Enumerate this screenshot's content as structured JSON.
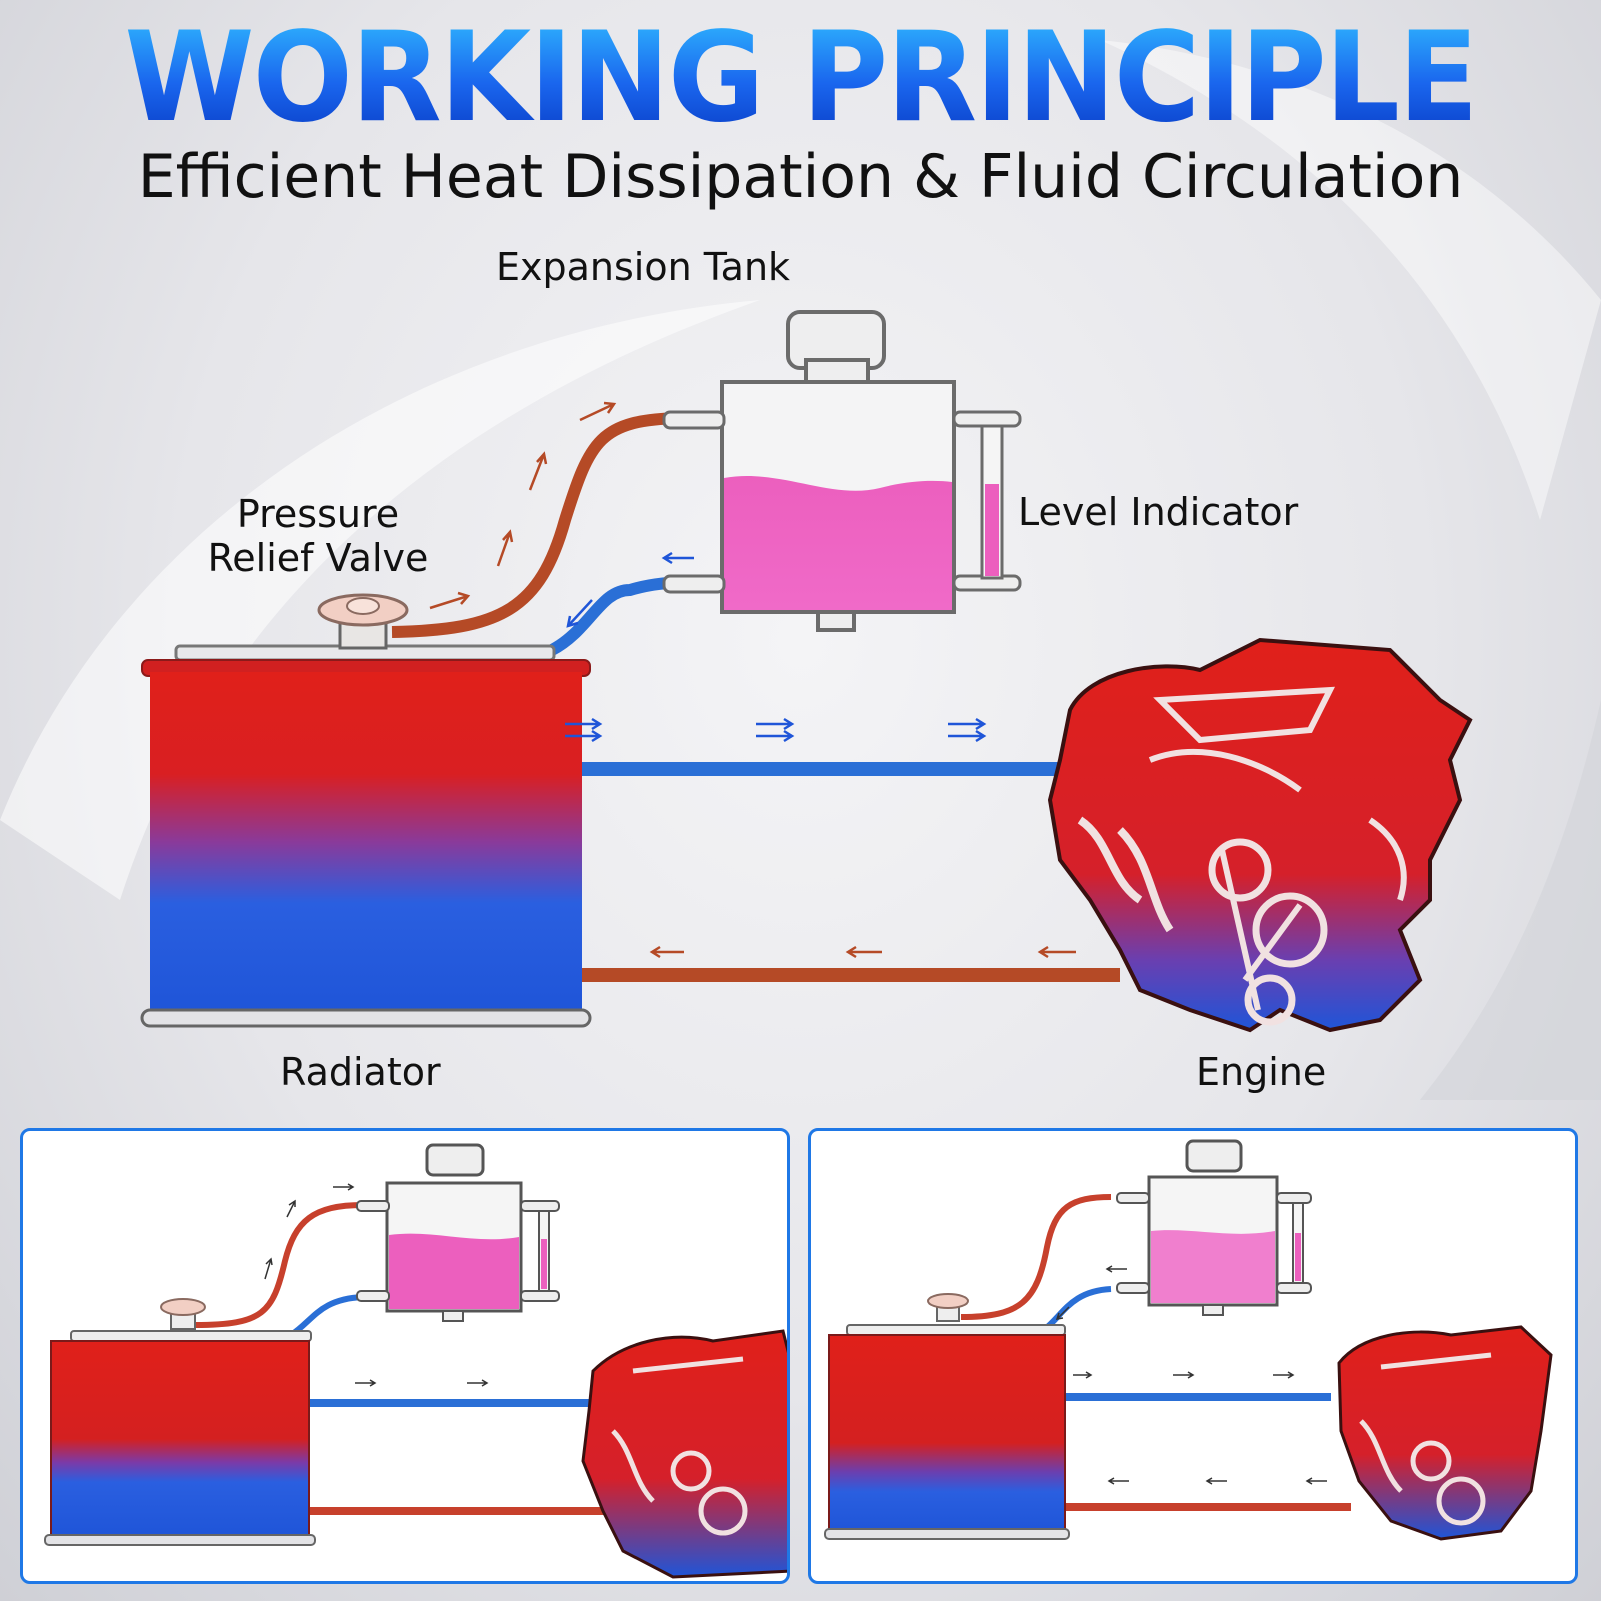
{
  "header": {
    "title": "WORKING PRINCIPLE",
    "subtitle": "Efficient Heat Dissipation & Fluid Circulation"
  },
  "labels": {
    "expansion_tank": "Expansion Tank",
    "pressure_relief_valve_line1": "Pressure",
    "pressure_relief_valve_line2": "Relief Valve",
    "level_indicator": "Level Indicator",
    "radiator": "Radiator",
    "engine": "Engine"
  },
  "colors": {
    "hot": "#e0201a",
    "cold": "#1f5fe0",
    "coolant": "#ec5fbe",
    "hot_hose": "#b54a26",
    "cold_hose": "#2a6fd6",
    "panel_border": "#1f78e6"
  },
  "icons": [
    "radiator-icon",
    "expansion-tank-icon",
    "engine-icon",
    "pressure-cap-icon",
    "flow-arrow-icon"
  ]
}
